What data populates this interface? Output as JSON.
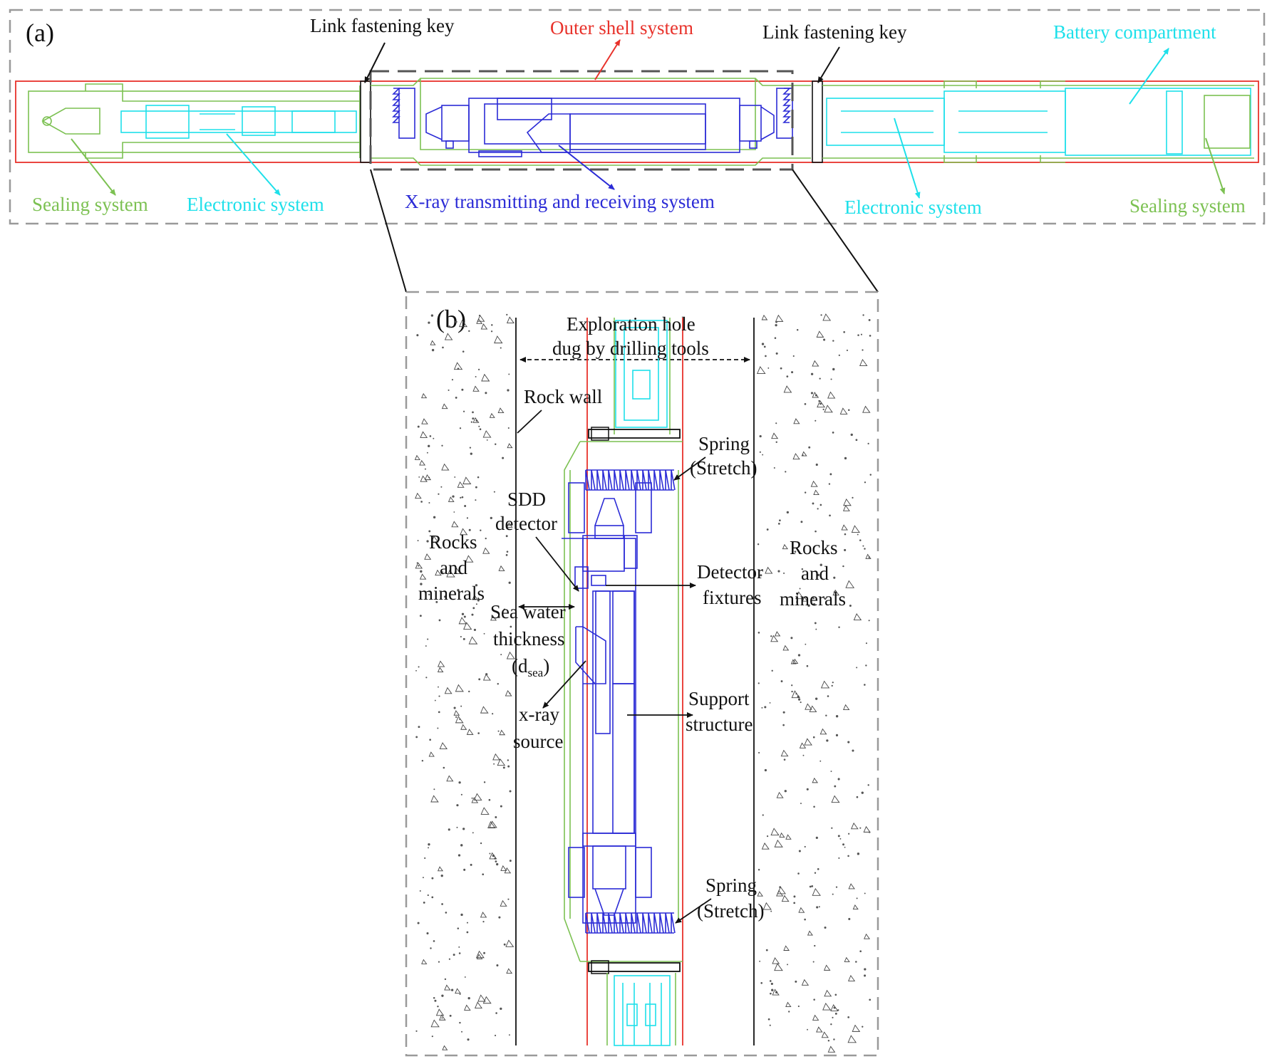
{
  "colors": {
    "green": "#7cc152",
    "cyan": "#1ee0ea",
    "blue": "#2b2bd6",
    "red": "#e8322b",
    "black": "#111111",
    "dashed_frame": "#9a9a9a"
  },
  "panel_a": {
    "tag": "(a)",
    "labels": {
      "link_key_left": "Link fastening key",
      "outer_shell": "Outer shell system",
      "link_key_right": "Link fastening key",
      "battery": "Battery compartment",
      "sealing_left": "Sealing system",
      "electronic_left": "Electronic system",
      "xray_system": "X-ray transmitting and receiving system",
      "electronic_right": "Electronic system",
      "sealing_right": "Sealing system"
    }
  },
  "panel_b": {
    "tag": "(b)",
    "labels": {
      "hole_line1": "Exploration hole",
      "hole_line2": "dug by drilling tools",
      "rock_wall": "Rock wall",
      "spring_top_1": "Spring",
      "spring_top_2": "(Stretch)",
      "sdd_1": "SDD",
      "sdd_2": "detector",
      "rocks_left_1": "Rocks",
      "rocks_left_2": "and",
      "rocks_left_3": "minerals",
      "fixtures_1": "Detector",
      "fixtures_2": "fixtures",
      "rocks_right_1": "Rocks",
      "rocks_right_2": "and",
      "rocks_right_3": "minerals",
      "sea_1": "Sea water",
      "sea_2": "thickness",
      "sea_3_pre": "(d",
      "sea_3_sub": "sea",
      "sea_3_post": ")",
      "support_1": "Support",
      "support_2": "structure",
      "xray_1": "x-ray",
      "xray_2": "source",
      "spring_bot_1": "Spring",
      "spring_bot_2": "(Stretch)"
    }
  }
}
